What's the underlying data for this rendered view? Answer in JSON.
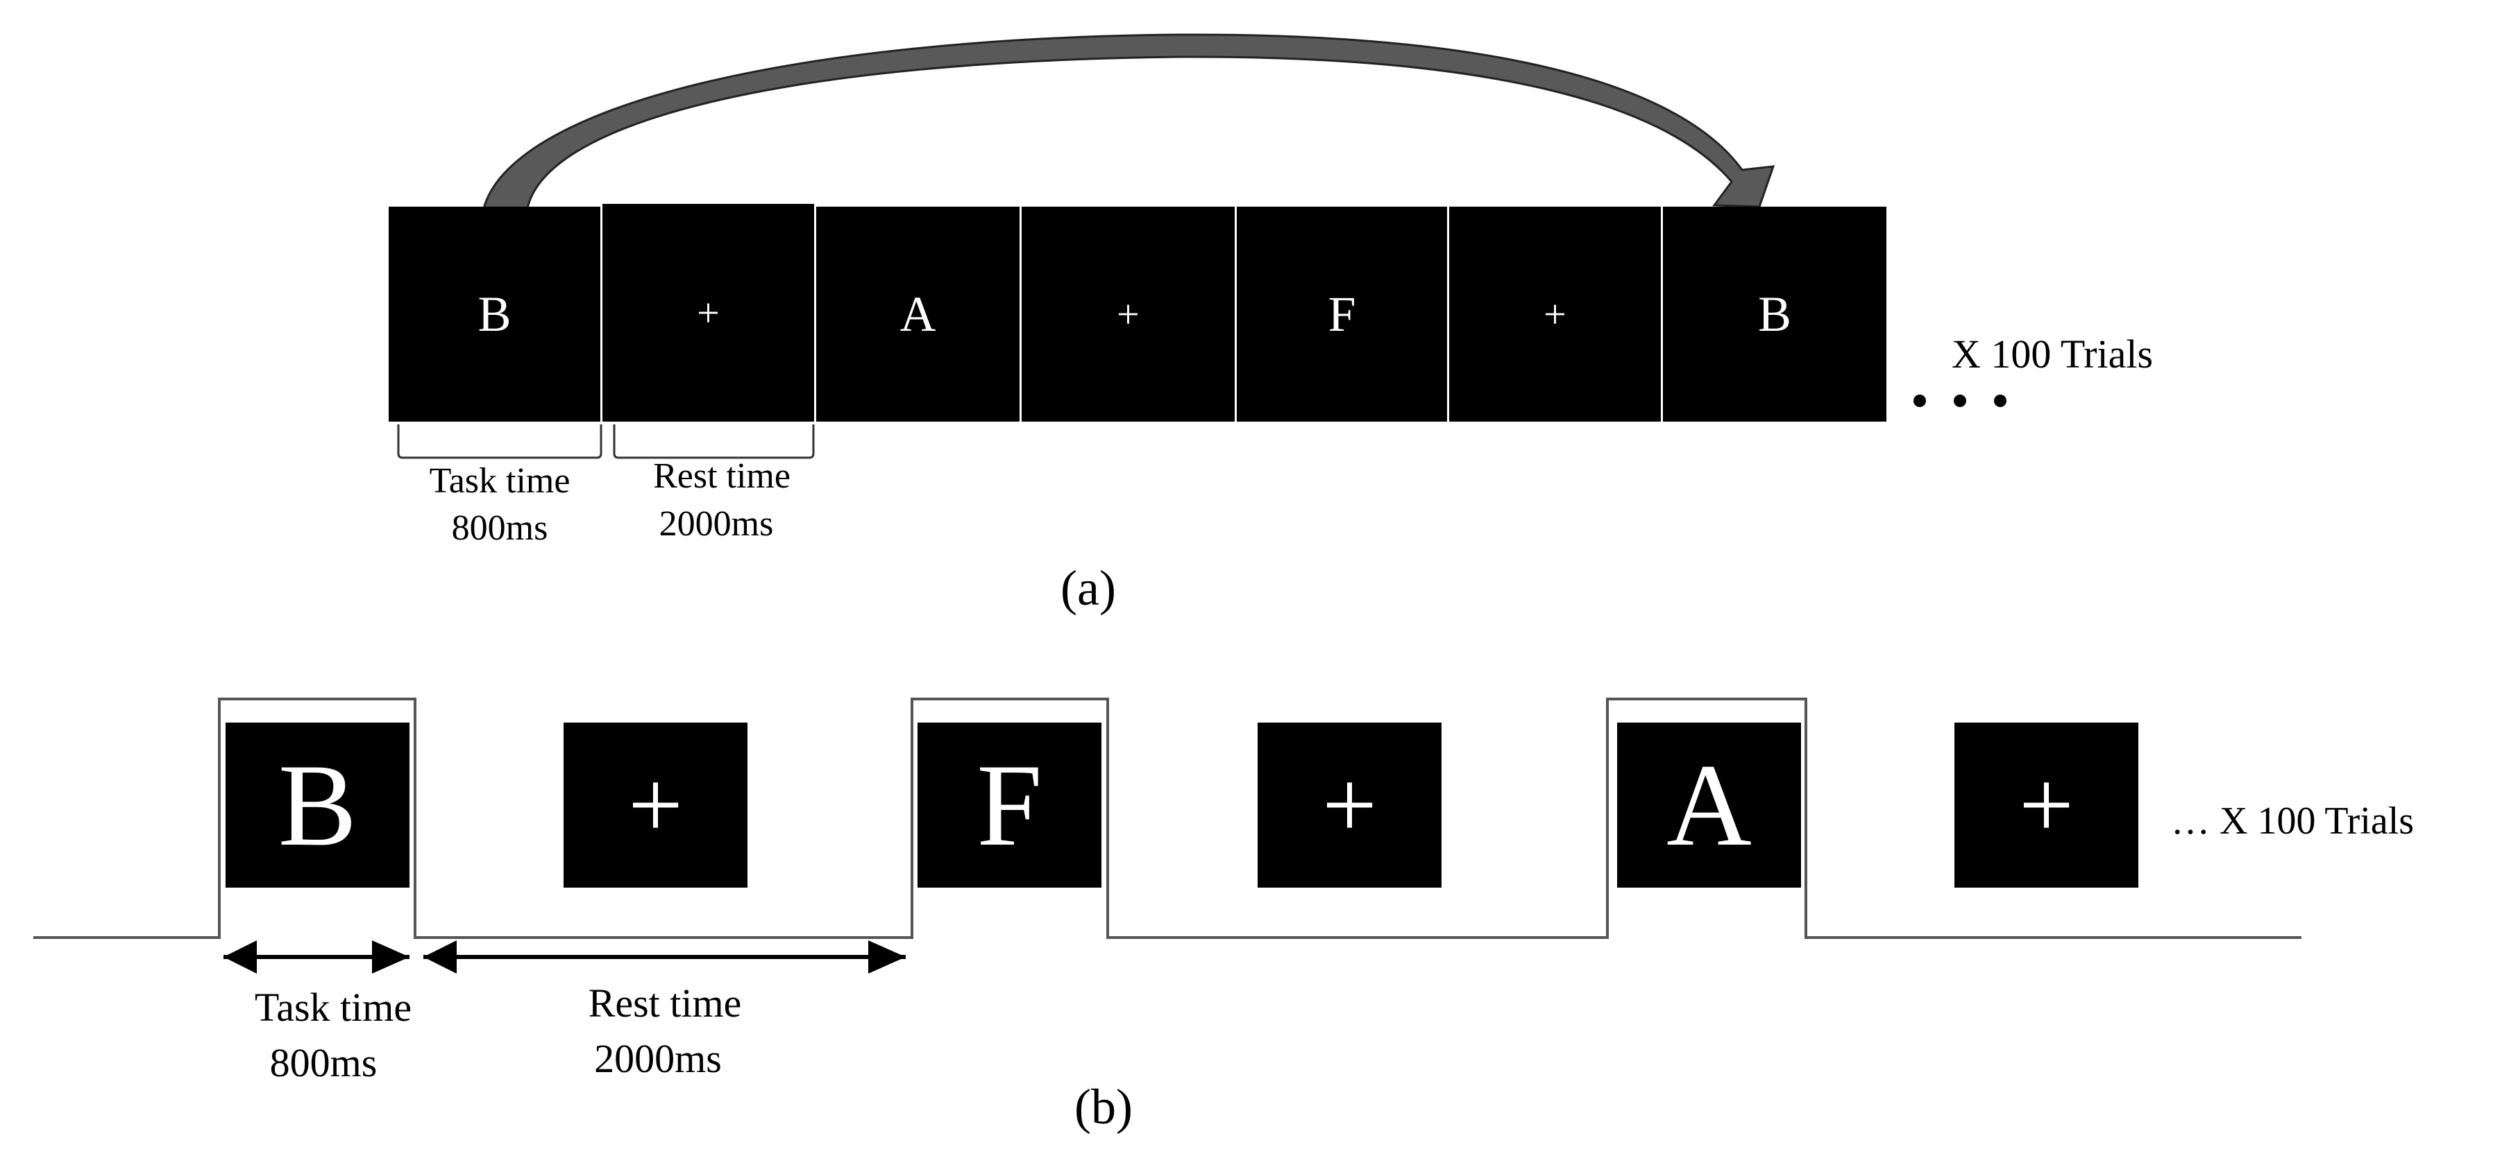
{
  "panel_a": {
    "caption": "(a)",
    "stimuli": [
      "B",
      "+",
      "A",
      "+",
      "F",
      "+",
      "B"
    ],
    "trials_label": "X 100 Trials",
    "task_label_line1": "Task time",
    "task_label_line2": "800ms",
    "rest_label_line1": "Rest time",
    "rest_label_line2": "2000ms",
    "arrow_icon": "curved-arrow-icon"
  },
  "panel_b": {
    "caption": "(b)",
    "stimuli": [
      "B",
      "+",
      "F",
      "+",
      "A",
      "+"
    ],
    "trials_label": "… X 100 Trials",
    "task_label_line1": "Task time",
    "task_label_line2": "800ms",
    "rest_label_line1": "Rest time",
    "rest_label_line2": "2000ms"
  },
  "colors": {
    "box": "#000000",
    "arrow": "#595959",
    "line": "#555555"
  }
}
